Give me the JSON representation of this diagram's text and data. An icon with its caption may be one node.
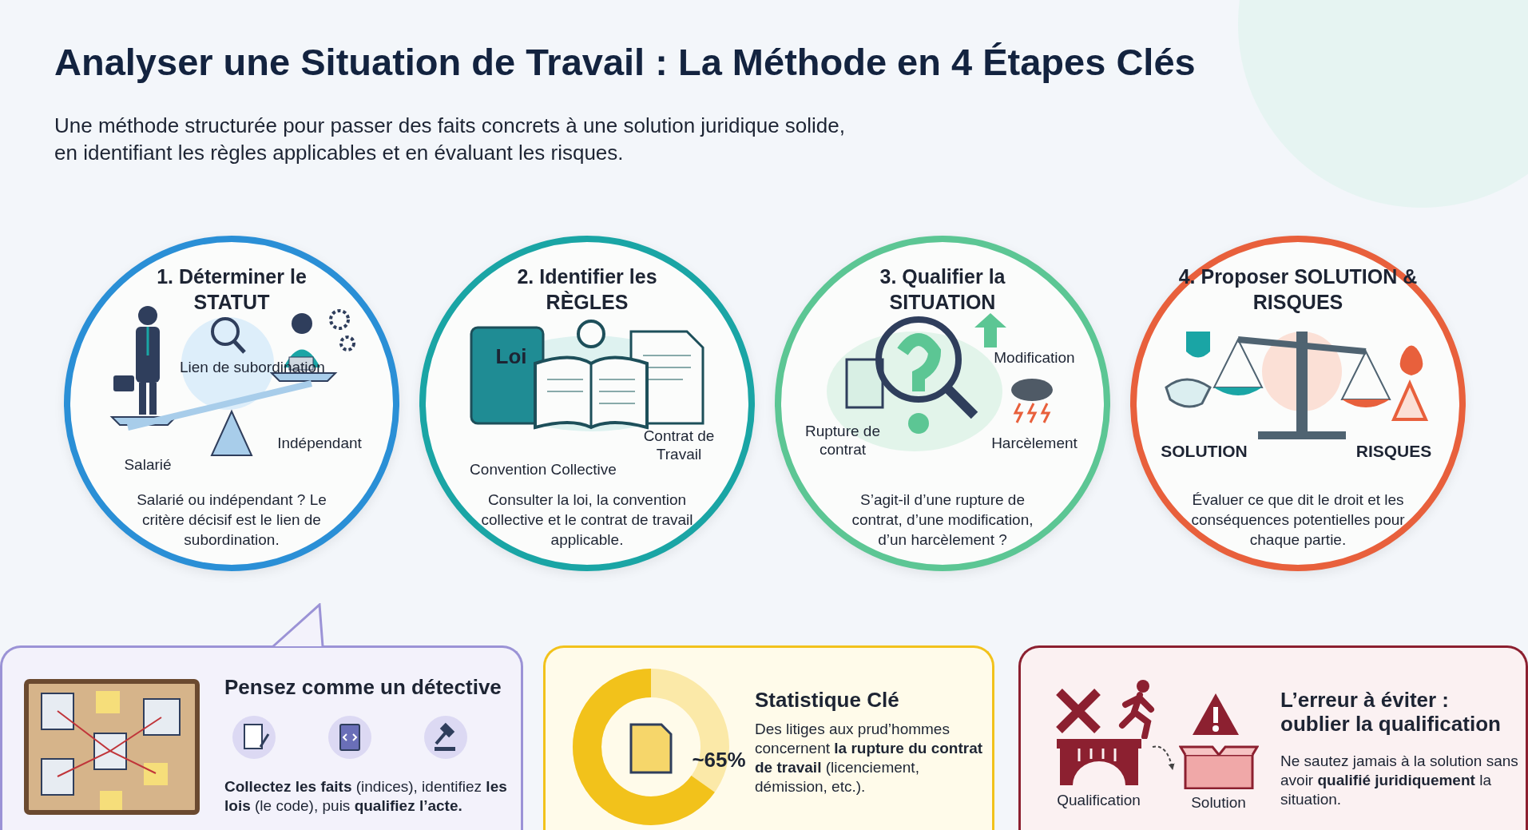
{
  "diagram": {
    "title": "Analyser une Situation de Travail : La Méthode en 4 Étapes Clés",
    "nodes": [
      {
        "text": [
          "1. Déterminer le STATUT",
          "Salarié ou indépendant ? Le critère décisif est le lien de subordination."
        ]
      },
      {
        "text": [
          "2. Identifier les RÈGLES",
          "Consulter la loi, la convention collective et le contrat de travail applicable."
        ]
      },
      {
        "text": [
          "3. Qualifier la SITUATION",
          "S’agit-il d’une rupture de contrat, d’une modification, d’un harcèlement ?"
        ]
      },
      {
        "text": [
          "4. Proposer SOLUTION & RISQUES",
          "Évaluer ce que dit le droit et les conséquences potentielles pour chaque partie."
        ]
      },
      {
        "text": [
          "Pensez comme un détective",
          "**Collectez les faits** (indices), identifiez **les lois** (le code), puis **qualifiez l’acte.**"
        ]
      },
      {
        "text": [
          "Statistique Clé",
          "Des litiges aux prud’hommes concernent **la rupture du contrat de travail** (licenciement, démission, etc.)."
        ]
      },
      {
        "text": [
          "L’erreur à éviter : oublier la qualification",
          "Ne sautez jamais à la solution sans avoir **qualifié juridiquement** la situation."
        ]
      },
      {
        "text": [
          "Qualification"
        ],
        "in": 6
      },
      {
        "text": [
          "Solution"
        ],
        "in": 6
      }
    ],
    "edges": [
      {
        "from": 7,
        "to": 8,
        "arrow": "to",
        "style": "dashed"
      }
    ],
    "labels": [
      "Une méthode structurée pour passer des faits concrets à une solution juridique solide, en identifiant les règles applicables et en évaluant les risques.",
      "Lien de subordination",
      "Salarié",
      "Indépendant",
      "Loi",
      "Contrat de Travail",
      "Convention Collective",
      "Modification",
      "Rupture de contrat",
      "Harcèlement",
      "SOLUTION",
      "RISQUES",
      "~65%"
    ]
  }
}
